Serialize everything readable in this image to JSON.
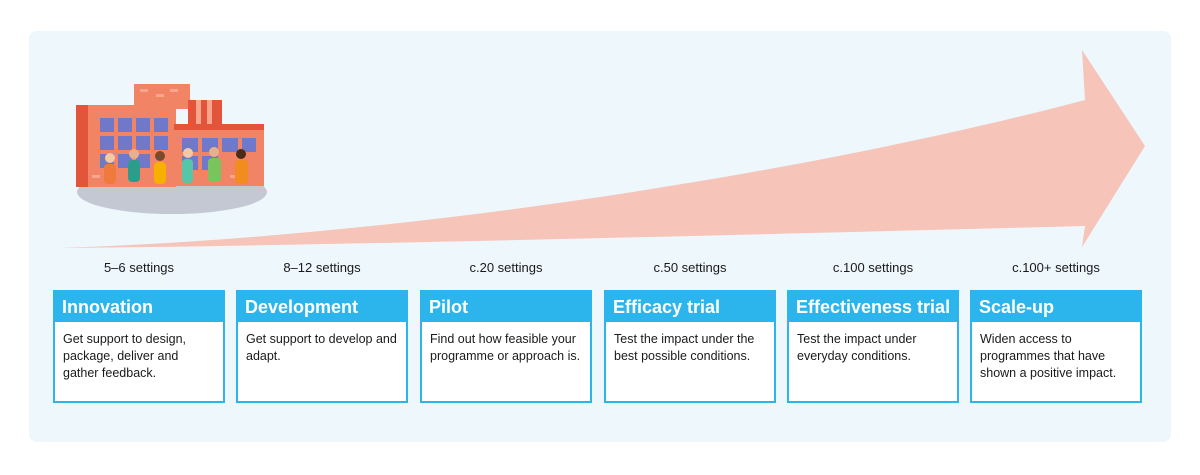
{
  "stages": [
    {
      "settings": "5–6 settings",
      "title": "Innovation",
      "description": "Get support to design, package, deliver and gather feedback."
    },
    {
      "settings": "8–12 settings",
      "title": "Development",
      "description": "Get support to develop and adapt."
    },
    {
      "settings": "c.20 settings",
      "title": "Pilot",
      "description": "Find out how feasible your programme or approach is."
    },
    {
      "settings": "c.50 settings",
      "title": "Efficacy trial",
      "description": "Test the impact under the best possible conditions."
    },
    {
      "settings": "c.100 settings",
      "title": "Effectiveness trial",
      "description": "Test the impact under everyday conditions."
    },
    {
      "settings": "c.100+ settings",
      "title": "Scale-up",
      "description": "Widen access to programmes that have shown a positive impact."
    }
  ],
  "colors": {
    "accent": "#2cb5ec",
    "arrow": "#f6c4b8",
    "panel": "#eef7fc",
    "building": "#f07a5a"
  },
  "icons": {
    "illustration": "school-building-with-people-icon",
    "arrow": "growth-arrow-icon"
  }
}
